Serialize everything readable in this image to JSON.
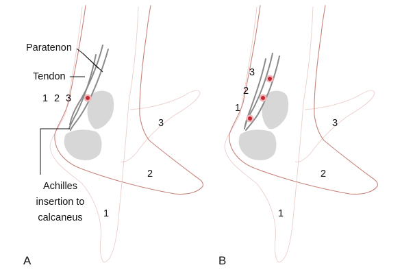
{
  "labels": {
    "paratenon": "Paratenon",
    "tendon": "Tendon",
    "achilles_line1": "Achilles",
    "achilles_line2": "insertion to",
    "achilles_line3": "calcaneus"
  },
  "panel_a": {
    "letter": "A",
    "left_numbers": [
      "1",
      "2",
      "3"
    ],
    "foot_positions": [
      "1",
      "2",
      "3"
    ]
  },
  "panel_b": {
    "letter": "B",
    "left_numbers": [
      "3",
      "2",
      "1"
    ],
    "foot_positions": [
      "1",
      "2",
      "3"
    ]
  },
  "colors": {
    "skin_outline": "#c7837b",
    "skin_outline_faint": "#e2b9b3",
    "tendon_outline": "#8a8a8a",
    "bone_fill": "#d7d7d7",
    "marker_red": "#c4242d",
    "marker_pink": "#efb7bb",
    "text": "#111111"
  }
}
